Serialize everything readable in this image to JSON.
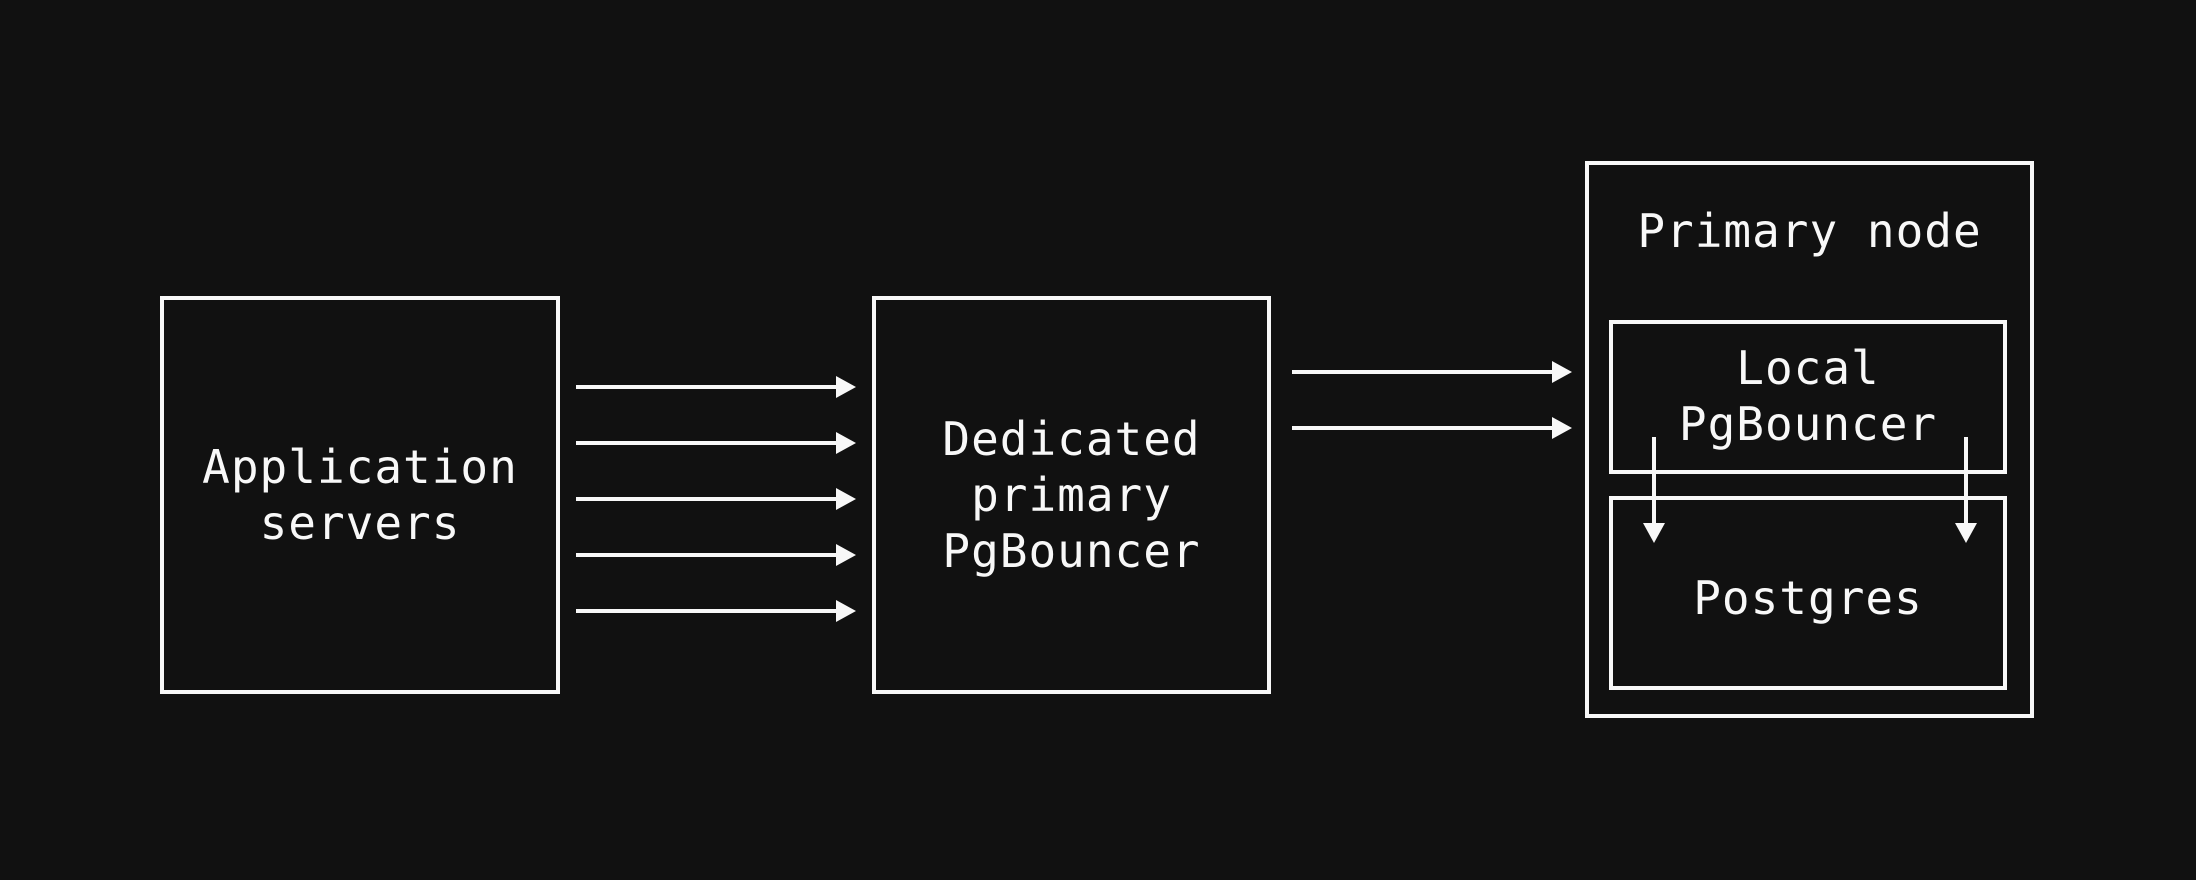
{
  "diagram": {
    "nodes": {
      "app_servers": {
        "label": "Application\nservers"
      },
      "dedicated_pgbouncer": {
        "label": "Dedicated\nprimary\nPgBouncer"
      },
      "primary_node": {
        "label": "Primary node"
      },
      "local_pgbouncer": {
        "label": "Local\nPgBouncer"
      },
      "postgres": {
        "label": "Postgres"
      }
    },
    "edges": [
      {
        "from": "Application servers",
        "to": "Dedicated primary PgBouncer",
        "count": 5
      },
      {
        "from": "Dedicated primary PgBouncer",
        "to": "Primary node / Local PgBouncer",
        "count": 2
      },
      {
        "from": "Local PgBouncer",
        "to": "Postgres",
        "count": 2
      }
    ],
    "colors": {
      "background": "#111111",
      "stroke": "#f8f8f8"
    }
  }
}
